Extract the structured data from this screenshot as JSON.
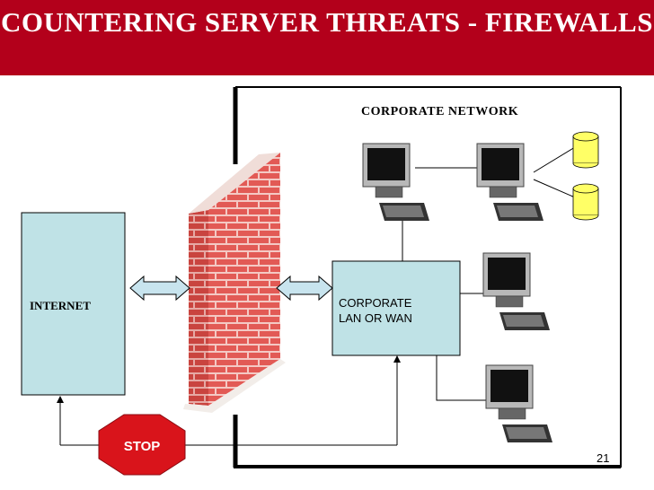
{
  "title": "COUNTERING SERVER THREATS - FIREWALLS",
  "labels": {
    "corporate_network": "CORPORATE NETWORK",
    "internet": "INTERNET",
    "lan": "CORPORATE LAN OR WAN",
    "stop": "STOP"
  },
  "page_number": "21",
  "colors": {
    "title_bar": "#b3001b",
    "box_fill": "#bfe2e6",
    "brick": "#e25a55",
    "mortar": "#f4c9c4",
    "stop_sign": "#d9141b",
    "database": "#ffff66",
    "arrow_fill": "#c8e4ee"
  },
  "icons": [
    "firewall-wall-icon",
    "computer-icon",
    "database-icon",
    "stop-sign-icon",
    "double-arrow-icon"
  ]
}
